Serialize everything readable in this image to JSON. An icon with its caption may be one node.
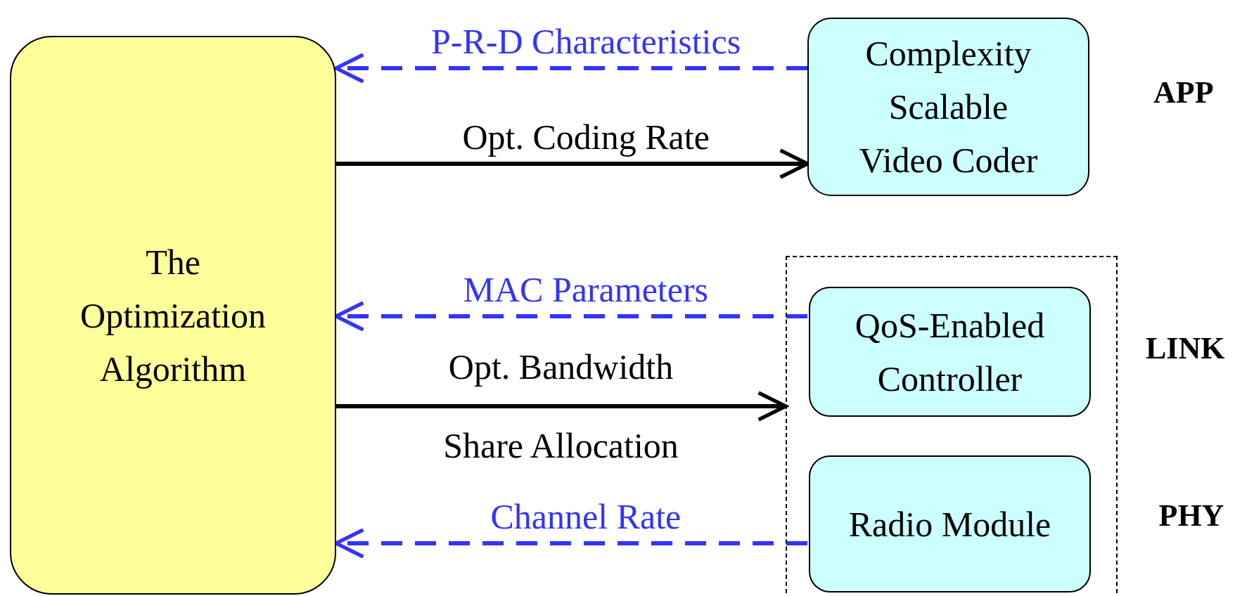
{
  "diagram": {
    "nodes": [
      {
        "text": [
          "The Optimization Algorithm"
        ]
      },
      {
        "text": [
          "Complexity Scalable Video Coder"
        ]
      },
      {
        "text": [],
        "shape": "box"
      },
      {
        "text": [
          "QoS-Enabled Controller"
        ],
        "in": 2
      },
      {
        "text": [
          "Radio Module"
        ],
        "in": 2
      }
    ],
    "edges": [
      {
        "from": 1,
        "to": 0,
        "arrow": "to",
        "label": "P-R-D Characteristics",
        "style": "dashed",
        "color": "#3333ff"
      },
      {
        "from": 0,
        "to": 1,
        "arrow": "to",
        "label": "Opt. Coding Rate",
        "color": "#000000"
      },
      {
        "from": 3,
        "to": 0,
        "arrow": "to",
        "label": "MAC Parameters",
        "style": "dashed",
        "color": "#3333ff"
      },
      {
        "from": 0,
        "to": 2,
        "arrow": "to",
        "label": "Opt. Bandwidth Share Allocation",
        "color": "#000000"
      },
      {
        "from": 4,
        "to": 0,
        "arrow": "to",
        "label": "Channel Rate",
        "style": "dashed",
        "color": "#3333ff"
      }
    ],
    "labels": [
      "APP",
      "LINK",
      "PHY"
    ]
  }
}
